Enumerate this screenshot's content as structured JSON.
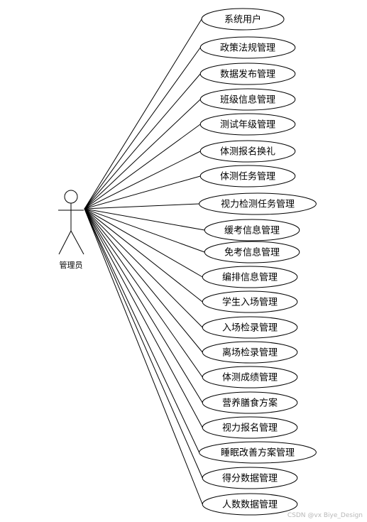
{
  "actor": {
    "label": "管理员"
  },
  "use_cases": [
    "系统用户",
    "政策法规管理",
    "数据发布管理",
    "班级信息管理",
    "测试年级管理",
    "体测报名换礼",
    "体测任务管理",
    "视力检测任务管理",
    "缓考信息管理",
    "免考信息管理",
    "编排信息管理",
    "学生入场管理",
    "入场检录管理",
    "离场检录管理",
    "体测成绩管理",
    "营养膳食方案",
    "视力报名管理",
    "睡眠改善方案管理",
    "得分数据管理",
    "人数数据管理"
  ],
  "watermark": "CSDN @vx Biye_Design"
}
